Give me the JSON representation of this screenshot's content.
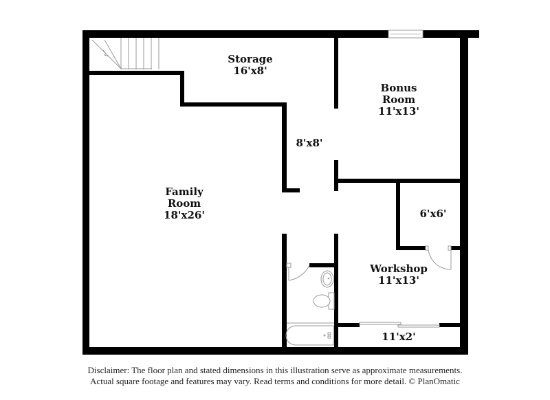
{
  "floor_plan": {
    "rooms": [
      {
        "id": "storage",
        "name": "Storage",
        "dimensions": "16'x8'"
      },
      {
        "id": "bonus-room",
        "name_line1": "Bonus",
        "name_line2": "Room",
        "dimensions": "11'x13'"
      },
      {
        "id": "hall",
        "dimensions": "8'x8'"
      },
      {
        "id": "family-room",
        "name_line1": "Family",
        "name_line2": "Room",
        "dimensions": "18'x26'"
      },
      {
        "id": "closet",
        "dimensions": "6'x6'"
      },
      {
        "id": "workshop",
        "name": "Workshop",
        "dimensions": "11'x13'"
      },
      {
        "id": "workshop-closet",
        "dimensions": "11'x2'"
      }
    ],
    "colors": {
      "wall": "#000000",
      "fixture": "#888888",
      "background": "#ffffff"
    }
  },
  "disclaimer": {
    "line1": "Disclaimer: The floor plan and stated dimensions in this illustration serve as approximate measurements.",
    "line2": "Actual square footage and features may vary. Read terms and conditions for more detail. © PlanOmatic"
  }
}
